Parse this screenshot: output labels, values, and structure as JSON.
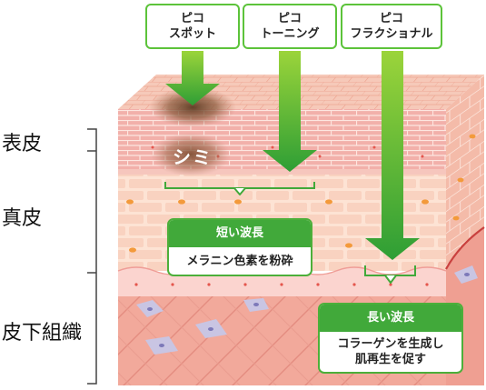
{
  "side_labels": {
    "epidermis": "表皮",
    "dermis": "真皮",
    "subcutis": "皮下組織"
  },
  "top_boxes": [
    {
      "line1": "ピコ",
      "line2": "スポット"
    },
    {
      "line1": "ピコ",
      "line2": "トーニング"
    },
    {
      "line1": "ピコ",
      "line2": "フラクショナル"
    }
  ],
  "spot_label": "シミ",
  "short_wave": {
    "title": "短い波長",
    "desc": "メラニン色素を粉砕"
  },
  "long_wave": {
    "title": "長い波長",
    "desc_line1": "コラーゲンを生成し",
    "desc_line2": "肌再生を促す"
  },
  "colors": {
    "arrow_green_top": "#9bd43a",
    "arrow_green_bottom": "#2e9e35",
    "border_green": "#5cc33a",
    "header_green": "#41a93a",
    "skin_top": "#f4c3b4",
    "epidermis": "#f2a9a6",
    "dermis": "#fbe1d2",
    "subcutis": "#f2ab9e",
    "melanin": "#8a5a3c"
  },
  "icons": [
    "down-arrow-icon",
    "bracket-icon"
  ]
}
